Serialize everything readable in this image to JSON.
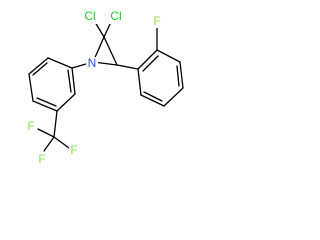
{
  "atoms": {
    "cl1": {
      "symbol": "Cl",
      "color": "#1fd01f"
    },
    "cl2": {
      "symbol": "Cl",
      "color": "#1fd01f"
    },
    "n": {
      "symbol": "N",
      "color": "#3050f8"
    },
    "f_aryl": {
      "symbol": "F",
      "color": "#90e050"
    },
    "f1": {
      "symbol": "F",
      "color": "#90e050"
    },
    "f2": {
      "symbol": "F",
      "color": "#90e050"
    },
    "f3": {
      "symbol": "F",
      "color": "#90e050"
    }
  }
}
